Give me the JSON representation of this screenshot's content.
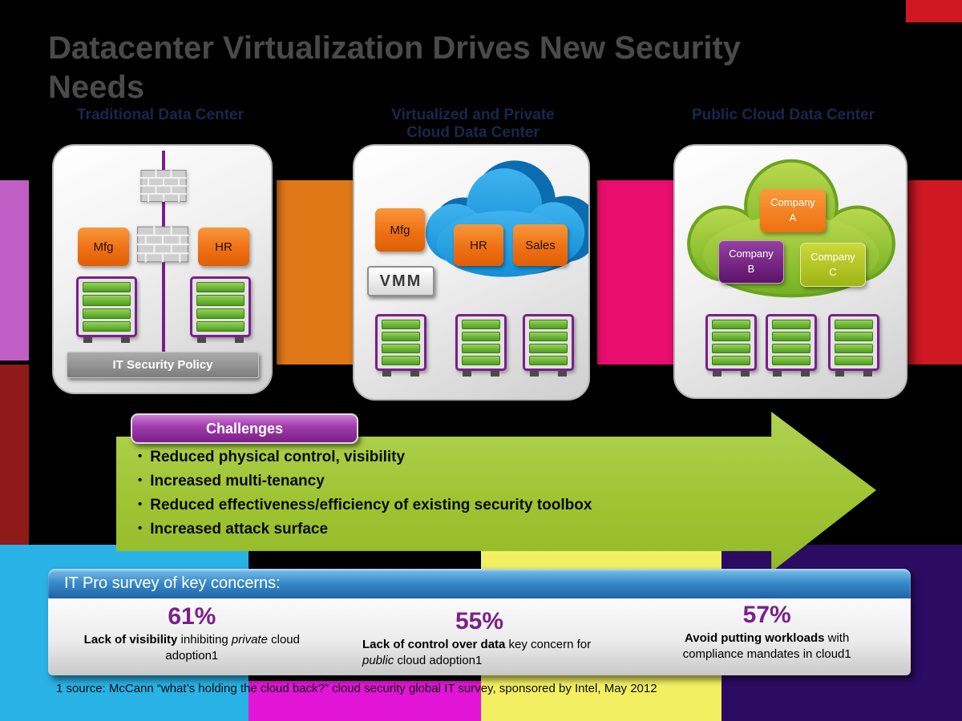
{
  "title": {
    "line1": "Datacenter Virtualization Drives New Security",
    "line2": "Needs"
  },
  "column_headers": {
    "traditional": "Traditional Data Center",
    "virtualized": "Virtualized and Private Cloud Data Center",
    "public": "Public Cloud Data Center"
  },
  "traditional_panel": {
    "mfg": "Mfg",
    "hr": "HR",
    "banner": "IT Security Policy"
  },
  "virtualized_panel": {
    "mfg": "Mfg",
    "hr": "HR",
    "sales": "Sales",
    "vmm": "VMM"
  },
  "public_panel": {
    "company_a_line1": "Company",
    "company_a_line2": "A",
    "company_b_line1": "Company",
    "company_b_line2": "B",
    "company_c_line1": "Company",
    "company_c_line2": "C"
  },
  "challenges": {
    "label": "Challenges",
    "bullets": [
      "Reduced physical control, visibility",
      "Increased multi-tenancy",
      "Reduced effectiveness/efficiency of existing security toolbox",
      "Increased attack surface"
    ]
  },
  "survey": {
    "header": "IT Pro survey of key concerns:",
    "stats": [
      {
        "value": "61%",
        "bold": "Lack of visibility",
        "mid": " inhibiting ",
        "italic": "private",
        "rest": " cloud adoption1"
      },
      {
        "value": "55%",
        "bold": "Lack of control over data",
        "mid": " key concern for ",
        "italic": "public",
        "rest": " cloud adoption1"
      },
      {
        "value": "57%",
        "bold": "Avoid putting workloads",
        "mid": " with compliance mandates in cloud1",
        "italic": "",
        "rest": ""
      }
    ]
  },
  "footnote": "1 source: McCann “what’s holding the cloud back?” cloud security global IT survey, sponsored by Intel, May 2012",
  "colors": {
    "bg-magenta": "#c05ec6",
    "bg-darkred": "#8e1a1a",
    "bg-orange": "#e07818",
    "bg-pink": "#e90d6d",
    "bg-red": "#cf1822",
    "bg-cyan": "#29b2e6",
    "bg-yellow": "#f2f062",
    "bg-darkpurple": "#2c0b63",
    "bg-bottommagenta": "#e215d6",
    "arrow-green": "#9ec432",
    "challenge-purple": "#7c1d88",
    "survey-blue": "#2f7fc1",
    "stat-purple": "#7b1f8b",
    "box-orange": "#ef7014",
    "cloud-blue": "#1f9ade",
    "cloud-green": "#8fc43c",
    "rack-purple": "#7a1f8a",
    "rack-green": "#4f9d1d"
  }
}
